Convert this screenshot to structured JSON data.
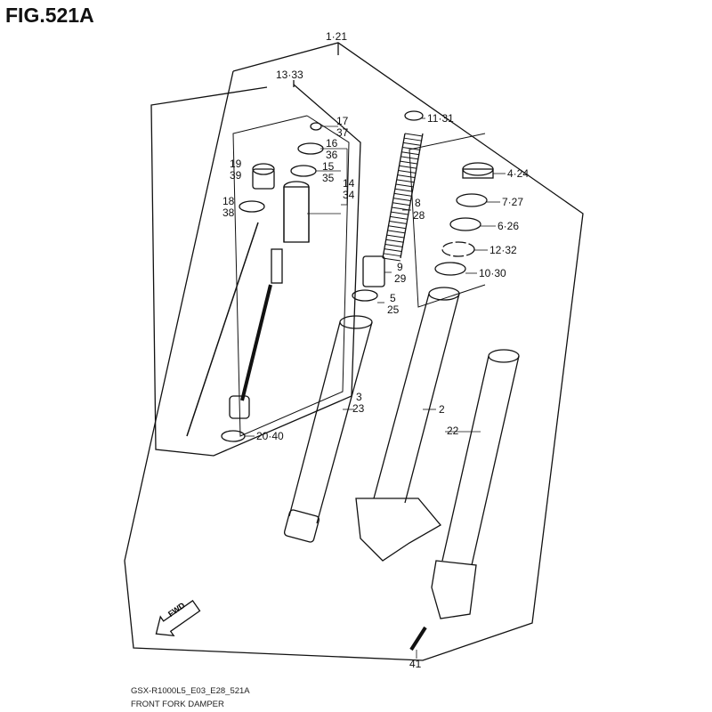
{
  "title": "FIG.521A",
  "footer": {
    "model_code": "GSX-R1000L5_E03_E28_521A",
    "section_name": "FRONT FORK DAMPER"
  },
  "direction_marker": "FWD",
  "callouts": {
    "c1_21": "1·21",
    "c13_33": "13·33",
    "c17": "17",
    "c37": "37",
    "c16": "16",
    "c36": "36",
    "c15": "15",
    "c35": "35",
    "c14": "14",
    "c34": "34",
    "c19": "19",
    "c39": "39",
    "c18": "18",
    "c38": "38",
    "c20_40": "20·40",
    "c11_31": "11·31",
    "c8": "8",
    "c28": "28",
    "c9": "9",
    "c29": "29",
    "c5": "5",
    "c25": "25",
    "c3": "3",
    "c23": "23",
    "c2": "2",
    "c22": "22",
    "c4_24": "4·24",
    "c7_27": "7·27",
    "c6_26": "6·26",
    "c12_32": "12·32",
    "c10_30": "10·30",
    "c41": "41"
  }
}
